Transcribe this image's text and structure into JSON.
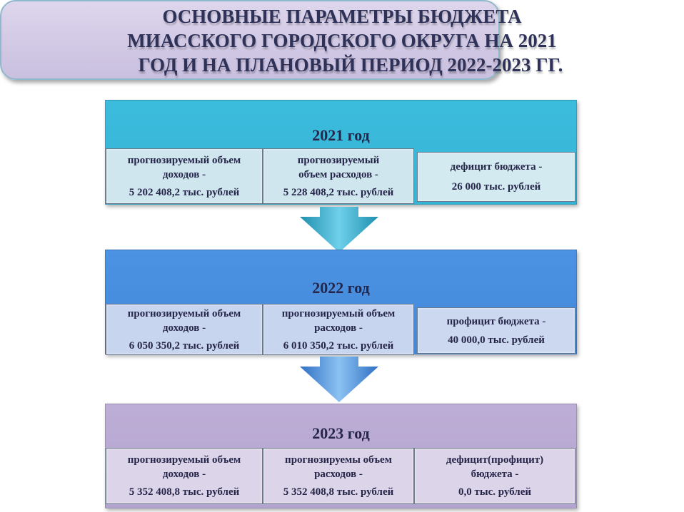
{
  "title": {
    "lines": [
      "ОСНОВНЫЕ ПАРАМЕТРЫ БЮДЖЕТА",
      "МИАССКОГО ГОРОДСКОГО ОКРУГА НА 2021",
      "ГОД  И НА ПЛАНОВЫЙ ПЕРИОД 2022-2023 ГГ."
    ]
  },
  "colors": {
    "y2021": "#3dbbdc",
    "y2022": "#4a8fe0",
    "y2023": "#b8a7d3",
    "text": "#2e3158"
  },
  "sections": [
    {
      "year": "2021 год",
      "cells": [
        {
          "lines": [
            "прогнозируемый объем",
            "доходов  -",
            "5 202 408,2 тыс. рублей"
          ]
        },
        {
          "lines": [
            "прогнозируемый",
            "объем расходов -",
            "5 228 408,2 тыс. рублей"
          ]
        },
        {
          "lines": [
            "дефицит бюджета -",
            "26 000 тыс. рублей"
          ]
        }
      ]
    },
    {
      "year": "2022 год",
      "cells": [
        {
          "lines": [
            "прогнозируемый объем",
            "доходов  -",
            "6 050 350,2 тыс. рублей"
          ]
        },
        {
          "lines": [
            "прогнозируемый объем",
            "расходов -",
            "6 010 350,2 тыс. рублей"
          ]
        },
        {
          "lines": [
            "профицит бюджета -",
            "40 000,0 тыс. рублей"
          ]
        }
      ]
    },
    {
      "year": "2023 год",
      "cells": [
        {
          "lines": [
            "прогнозируемый объем",
            "доходов -",
            "5 352 408,8 тыс. рублей"
          ]
        },
        {
          "lines": [
            "прогнозируемы объем",
            "расходов -",
            "5 352 408,8 тыс. рублей"
          ]
        },
        {
          "lines": [
            "дефицит(профицит)",
            "бюджета -",
            "0,0 тыс. рублей"
          ]
        }
      ]
    }
  ]
}
